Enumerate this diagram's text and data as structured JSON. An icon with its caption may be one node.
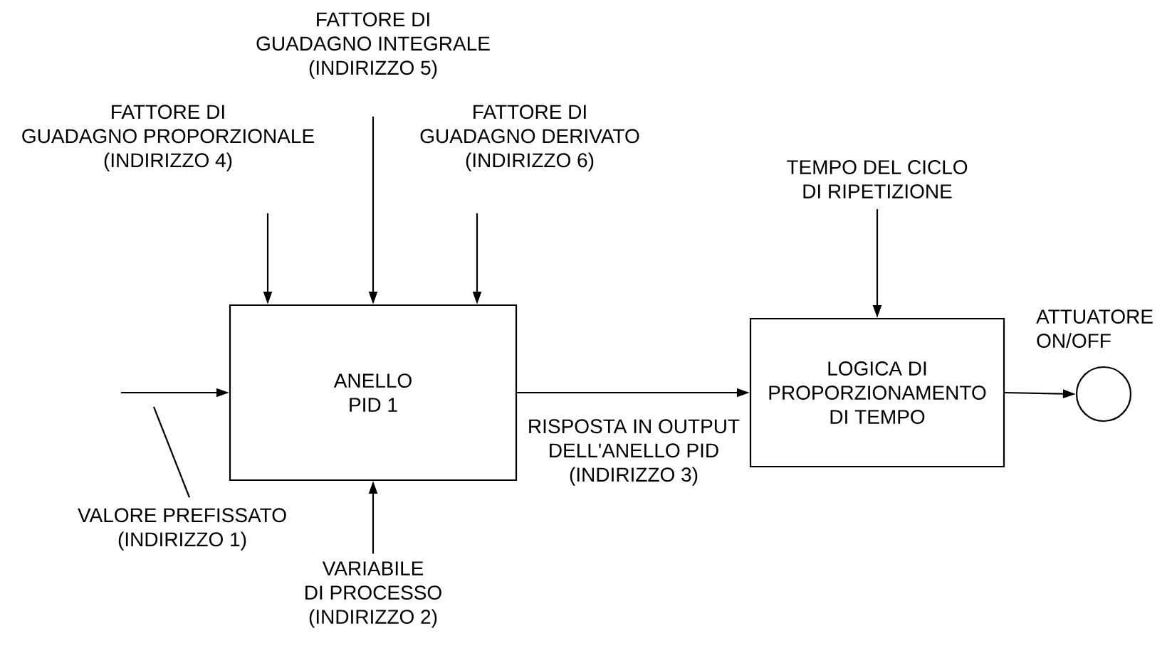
{
  "diagram": {
    "nodes": [
      {
        "text": [
          "FATTORE DI GUADAGNO PROPORZIONALE (INDIRIZZO 4)"
        ]
      },
      {
        "text": [
          "FATTORE DI GUADAGNO INTEGRALE (INDIRIZZO 5)"
        ]
      },
      {
        "text": [
          "FATTORE DI GUADAGNO DERIVATO (INDIRIZZO 6)"
        ]
      },
      {
        "text": [
          "TEMPO DEL CICLO DI RIPETIZIONE"
        ]
      },
      {
        "text": [
          "ANELLO PID 1"
        ]
      },
      {
        "text": [
          "LOGICA DI PROPORZIONAMENTO DI TEMPO"
        ]
      },
      {
        "text": [],
        "shape": "circle",
        "beside": [
          "ATTUATORE ON/OFF"
        ]
      },
      {
        "text": [
          "VARIABILE DI PROCESSO (INDIRIZZO 2)"
        ]
      },
      {
        "text": [
          "VALORE PREFISSATO (INDIRIZZO 1)"
        ]
      }
    ],
    "edges": [
      {
        "from": 0,
        "to": 4,
        "arrow": "to"
      },
      {
        "from": 1,
        "to": 4,
        "arrow": "to"
      },
      {
        "from": 2,
        "to": 4,
        "arrow": "to"
      },
      {
        "from": 3,
        "to": 5,
        "arrow": "to"
      },
      {
        "from": null,
        "to": 4,
        "arrow": "to"
      },
      {
        "from": 8,
        "to": null,
        "arrow": "none"
      },
      {
        "from": 7,
        "to": 4,
        "arrow": "to"
      },
      {
        "from": 4,
        "to": 5,
        "arrow": "to",
        "label": "RISPOSTA IN OUTPUT DELL'ANELLO PID (INDIRIZZO 3)"
      },
      {
        "from": 5,
        "to": 6,
        "arrow": "to"
      }
    ]
  }
}
